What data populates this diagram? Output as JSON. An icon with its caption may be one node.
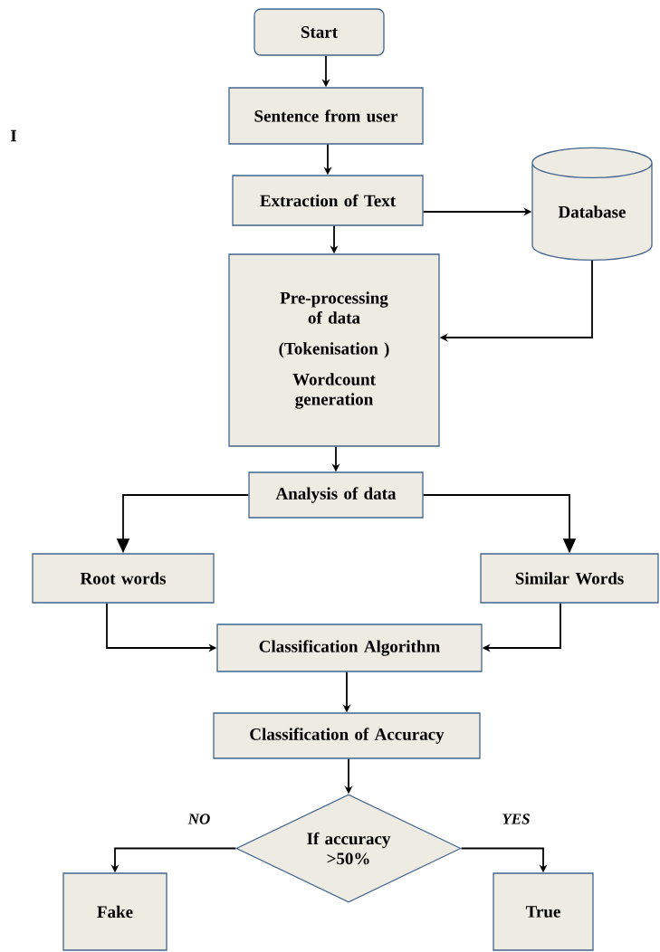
{
  "diagram": {
    "nodes": [
      {
        "text": [
          "Start"
        ]
      },
      {
        "text": [
          "Sentence from user"
        ]
      },
      {
        "text": [
          "Extraction of Text"
        ]
      },
      {
        "text": [
          "Database"
        ]
      },
      {
        "text": [
          "Pre-processing of data",
          "(Tokenisation )",
          "Wordcount generation"
        ]
      },
      {
        "text": [
          "Analysis of data"
        ]
      },
      {
        "text": [
          "Root words"
        ]
      },
      {
        "text": [
          "Similar Words"
        ]
      },
      {
        "text": [
          "Classification Algorithm"
        ]
      },
      {
        "text": [
          "Classification of Accuracy"
        ]
      },
      {
        "text": [
          "If accuracy >50%"
        ]
      },
      {
        "text": [
          "Fake"
        ]
      },
      {
        "text": [
          "True"
        ]
      }
    ],
    "edges": [
      {
        "from": 0,
        "to": 1,
        "arrow": "to"
      },
      {
        "from": 1,
        "to": 2,
        "arrow": "to"
      },
      {
        "from": 2,
        "to": 3,
        "arrow": "to"
      },
      {
        "from": 2,
        "to": 4,
        "arrow": "to"
      },
      {
        "from": 3,
        "to": 4,
        "arrow": "to"
      },
      {
        "from": 4,
        "to": 5,
        "arrow": "to"
      },
      {
        "from": 5,
        "to": 6,
        "arrow": "to"
      },
      {
        "from": 5,
        "to": 7,
        "arrow": "to"
      },
      {
        "from": 6,
        "to": 8,
        "arrow": "to"
      },
      {
        "from": 7,
        "to": 8,
        "arrow": "to"
      },
      {
        "from": 8,
        "to": 9,
        "arrow": "to"
      },
      {
        "from": 9,
        "to": 10,
        "arrow": "to"
      },
      {
        "from": 10,
        "to": 11,
        "label": "NO",
        "arrow": "to"
      },
      {
        "from": 10,
        "to": 12,
        "label": "YES",
        "arrow": "to"
      }
    ],
    "labels": [
      "I"
    ]
  }
}
